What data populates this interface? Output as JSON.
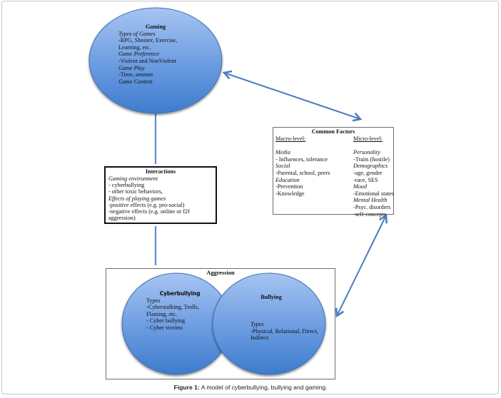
{
  "figure": {
    "caption_label": "Figure 1:",
    "caption_text": " A model of cyberbullying, bullying and gaming."
  },
  "colors": {
    "ellipse_fill_top": "#a6c4f2",
    "ellipse_fill_bottom": "#3d7ccd",
    "ellipse_stroke": "#3f71b0",
    "arrow": "#4a7dbf",
    "box_border": "#6e6e6e"
  },
  "gaming": {
    "title": "Gaming",
    "lines": [
      {
        "text": "Types of Games",
        "italic": true
      },
      {
        "text": "-RPG, Shooter, Exercise,",
        "italic": false
      },
      {
        "text": "Learning, etc.",
        "italic": false
      },
      {
        "text": "Game Preference",
        "italic": true
      },
      {
        "text": "-Violent and NonViolent",
        "italic": false
      },
      {
        "text": "Game Play",
        "italic": true
      },
      {
        "text": "-Time, amount",
        "italic": false
      },
      {
        "text": "Game Content",
        "italic": true
      }
    ]
  },
  "common_factors": {
    "title": "Common Factors",
    "macro": {
      "heading": "Macro-level:",
      "lines": [
        {
          "text": "",
          "italic": false
        },
        {
          "text": "Media",
          "italic": true
        },
        {
          "text": "- Influences, tolerance",
          "italic": false
        },
        {
          "text": "Social",
          "italic": true
        },
        {
          "text": "-Parental, school, peers",
          "italic": false
        },
        {
          "text": "Education",
          "italic": true
        },
        {
          "text": "-Prevention",
          "italic": false
        },
        {
          "text": "-Knowledge",
          "italic": false
        }
      ]
    },
    "micro": {
      "heading": "Micro-level:",
      "lines": [
        {
          "text": "",
          "italic": false
        },
        {
          "text": "Personality",
          "italic": true
        },
        {
          "text": "-Traits (hostile)",
          "italic": false
        },
        {
          "text": "Demographics",
          "italic": true
        },
        {
          "text": "-age, gender",
          "italic": false
        },
        {
          "text": "-race, SES",
          "italic": false
        },
        {
          "text": "Mood",
          "italic": true
        },
        {
          "text": "-Emotional states",
          "italic": false
        },
        {
          "text": "Mental Health",
          "italic": true
        },
        {
          "text": "-Psyc. disorders",
          "italic": false
        },
        {
          "text": "-self-concepts",
          "italic": false
        }
      ]
    }
  },
  "interactions": {
    "title": "Interactions",
    "lines": [
      {
        "text": "Gaming environment",
        "italic": true
      },
      {
        "text": "- cyberbullying",
        "italic": false
      },
      {
        "text": "- other toxic behaviors,",
        "italic": false
      },
      {
        "text": "Effects of playing games",
        "italic": true
      },
      {
        "text": "-positive effects (e.g. pro-social)",
        "italic": false
      },
      {
        "text": "-negative effects (e.g. online or f2f",
        "italic": false
      },
      {
        "text": "aggression)",
        "italic": false
      }
    ]
  },
  "aggression": {
    "title": "Aggression",
    "cyberbullying": {
      "title": "Cyberbullying",
      "lines": [
        {
          "text": "Types",
          "italic": false
        },
        {
          "text": "-Cyberstalking, Trolls,",
          "italic": false
        },
        {
          "text": "Flaming, etc.",
          "italic": false
        },
        {
          "text": "- Cyber bullying",
          "italic": false
        },
        {
          "text": "- Cyber victims",
          "italic": false
        }
      ]
    },
    "bullying": {
      "title": "Bullying",
      "lines": [
        {
          "text": "Types",
          "italic": true
        },
        {
          "text": "-Physical, Relational, Direct,",
          "italic": false
        },
        {
          "text": "Indirect",
          "italic": false
        }
      ]
    }
  }
}
